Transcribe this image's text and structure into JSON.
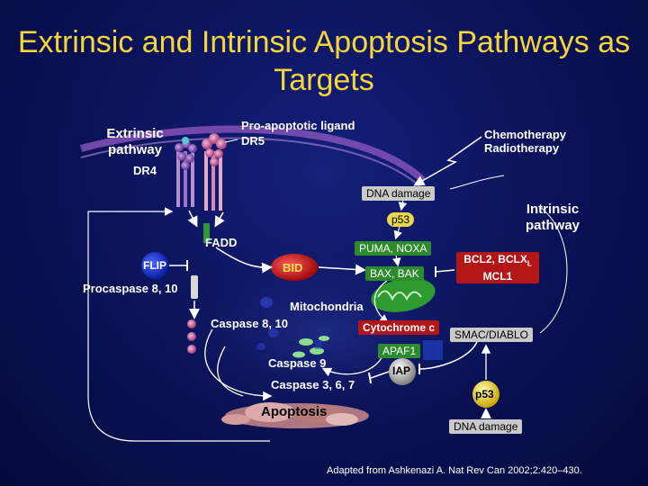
{
  "title": "Extrinsic and Intrinsic Apoptosis Pathways as Targets",
  "labels": {
    "extrinsic_pathway": "Extrinsic pathway",
    "pro_apoptotic_ligand": "Pro-apoptotic ligand",
    "dr5": "DR5",
    "dr4": "DR4",
    "chemo_radio": "Chemotherapy Radiotherapy",
    "intrinsic_pathway": "Intrinsic pathway",
    "fadd": "FADD",
    "flip": "FLIP",
    "procaspase": "Procaspase 8, 10",
    "bid": "BID",
    "mitochondria": "Mitochondria",
    "caspase_8_10": "Caspase 8, 10",
    "caspase_9": "Caspase 9",
    "caspase_3_6_7": "Caspase 3, 6, 7",
    "apoptosis": "Apoptosis"
  },
  "boxes": {
    "dna_damage_top": "DNA damage",
    "p53_top": "p53",
    "puma_noxa": "PUMA, NOXA",
    "bax_bak": "BAX, BAK",
    "bcl2": "BCL2, BCLX",
    "bcl2_subscript": "L",
    "mcl1": "MCL1",
    "cytochrome_c": "Cytochrome c",
    "smac": "SMAC/DIABLO",
    "apaf1": "APAF1",
    "iap": "IAP",
    "p53_bottom": "p53",
    "dna_damage_bottom": "DNA damage"
  },
  "footer": "Adapted from Ashkenazi A. Nat Rev Can 2002;2:420–430.",
  "colors": {
    "title": "#f4d53a",
    "background": "#0a1155",
    "flip": "#1a35c8",
    "bid": "#c41616",
    "green": "#2d8a2d",
    "red": "#b21616",
    "gray": "#c9c9c9"
  }
}
